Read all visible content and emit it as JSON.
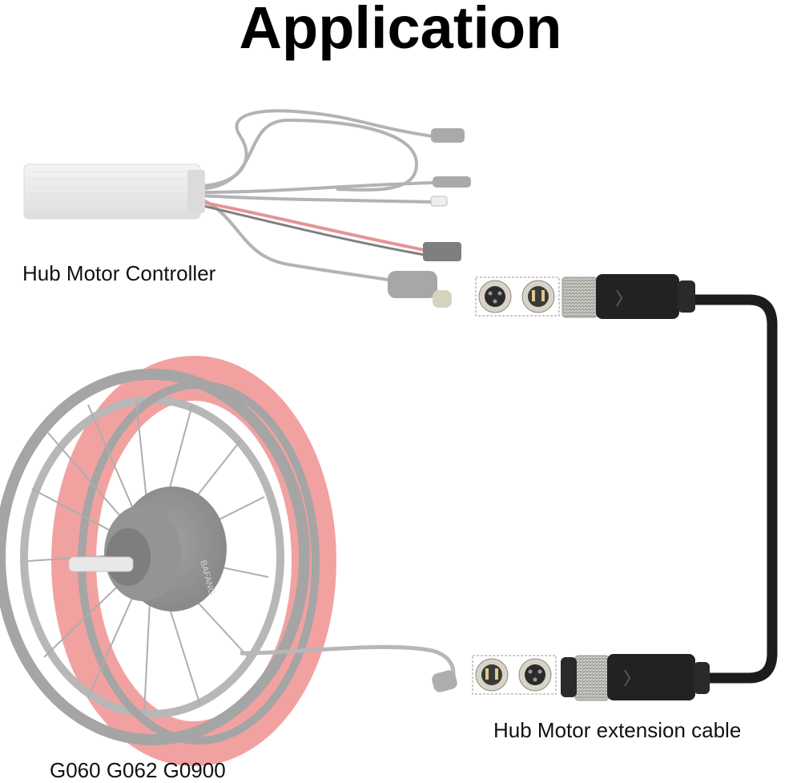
{
  "page": {
    "title": "Application"
  },
  "labels": {
    "controller": "Hub Motor Controller",
    "extension_cable": "Hub Motor extension cable",
    "motor_models": "G060 G062 G0900"
  },
  "colors": {
    "faded_gray": "#b3b3b3",
    "rim_red": "#f08a8a",
    "cable_black": "#1c1c1c",
    "connector_silver": "#cfcfc6"
  }
}
